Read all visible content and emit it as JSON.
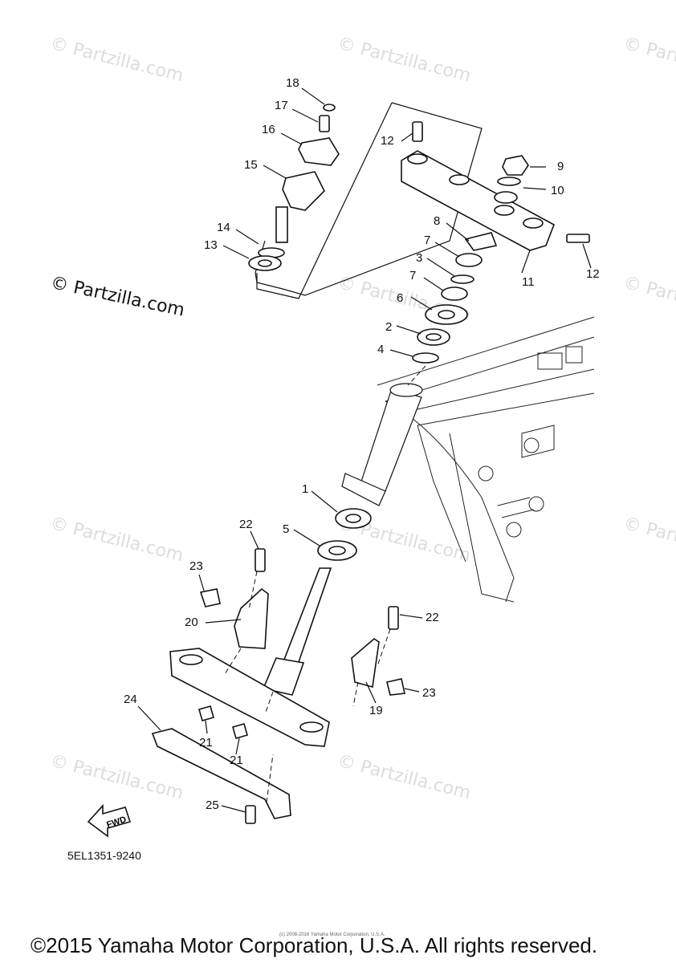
{
  "watermark": {
    "text": "© Partzilla.com",
    "marks": [
      "© Partzilla.com",
      "© Partzilla.com",
      "© Partzilla.com",
      "© Partzilla.com",
      "© Partzilla.com",
      "© Partzilla.com",
      "© Partzilla.com",
      "© Partzilla.com",
      "© Partzilla.com",
      "© Partzilla.com"
    ]
  },
  "copyright_large": "© Partzilla.com",
  "callouts": [
    "18",
    "17",
    "16",
    "15",
    "14",
    "13",
    "12",
    "9",
    "10",
    "8",
    "7",
    "3",
    "7",
    "6",
    "2",
    "4",
    "11",
    "12",
    "1",
    "5",
    "22",
    "23",
    "20",
    "22",
    "23",
    "19",
    "24",
    "21",
    "21",
    "25"
  ],
  "fwd_label": "FWD",
  "diagram_code": "5EL1351-9240",
  "small_notice": "(c) 2008-2016 Yamaha Motor Corporation, U.S.A.",
  "footer_copyright": "©2015 Yamaha Motor Corporation, U.S.A. All rights reserved."
}
